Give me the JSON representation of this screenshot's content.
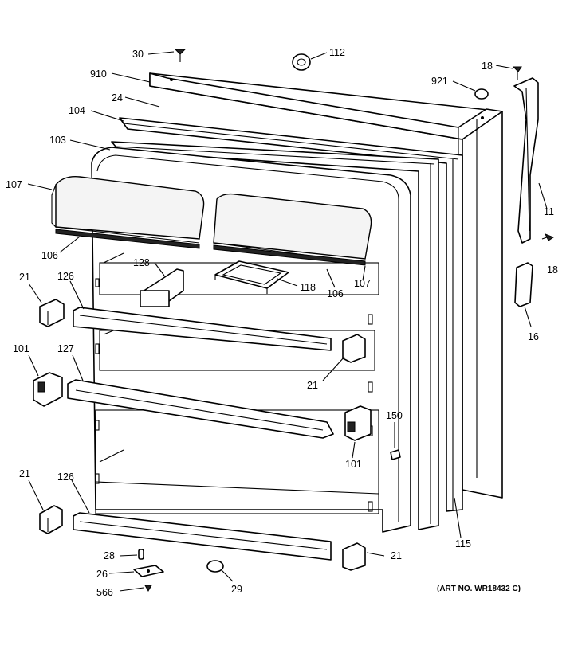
{
  "diagram": {
    "art_number": "(ART NO. WR18432 C)",
    "callouts": {
      "c30": "30",
      "c112": "112",
      "c18a": "18",
      "c910": "910",
      "c921": "921",
      "c24": "24",
      "c104": "104",
      "c103": "103",
      "c11": "11",
      "c107a": "107",
      "c18b": "18",
      "c106a": "106",
      "c128": "128",
      "c118": "118",
      "c106b": "106",
      "c107b": "107",
      "c21a": "21",
      "c126a": "126",
      "c16": "16",
      "c101a": "101",
      "c127": "127",
      "c21b": "21",
      "c150": "150",
      "c101b": "101",
      "c21c": "21",
      "c126b": "126",
      "c115": "115",
      "c28": "28",
      "c21d": "21",
      "c26": "26",
      "c566": "566",
      "c29": "29"
    }
  }
}
